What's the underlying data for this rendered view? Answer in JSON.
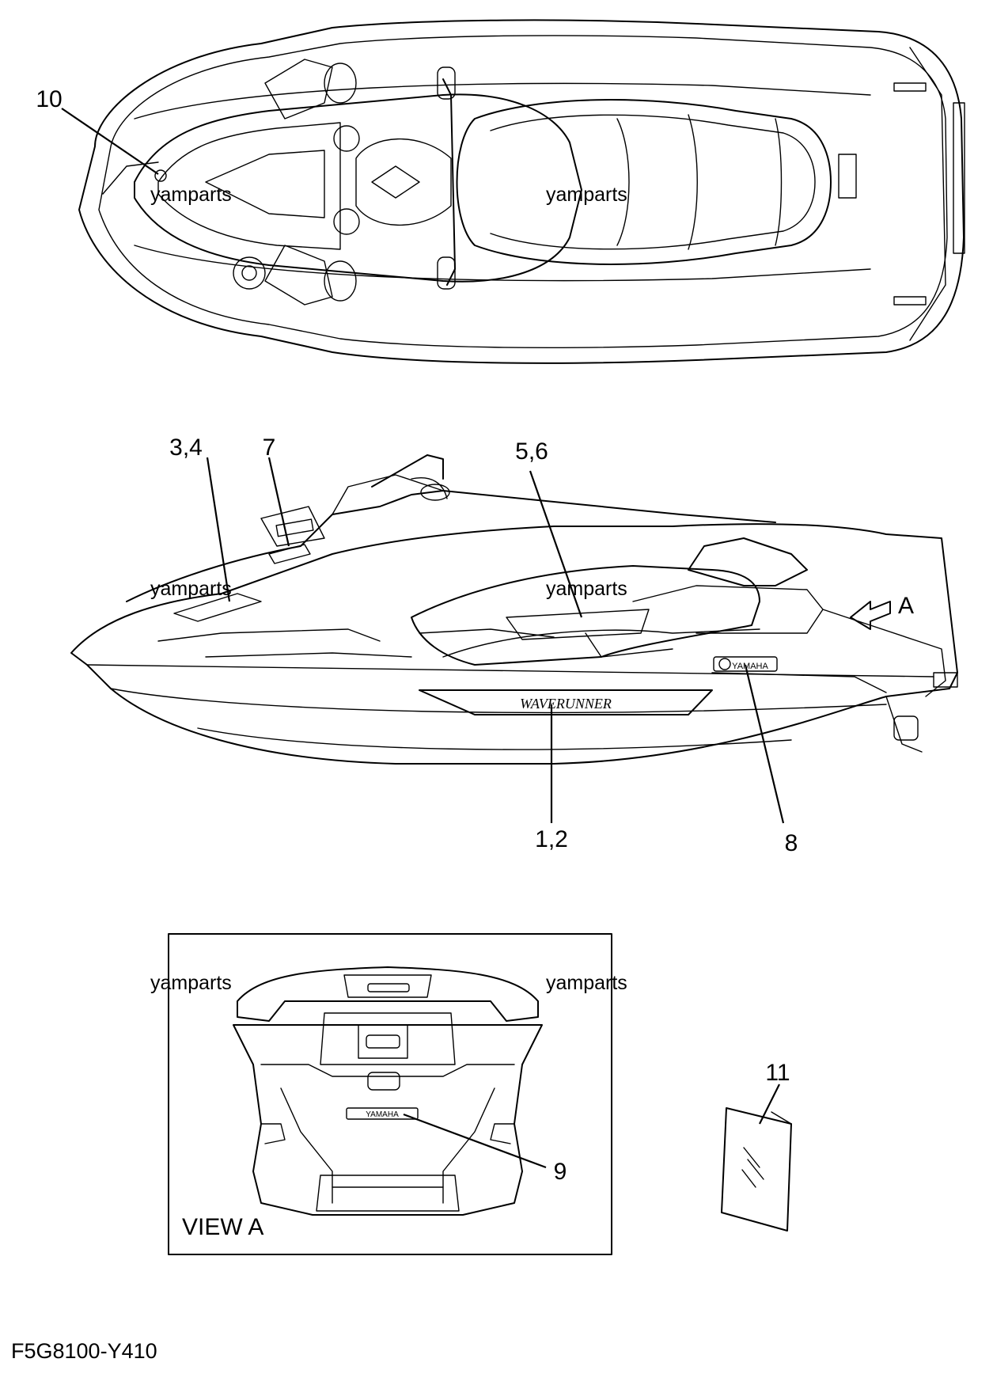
{
  "callouts": {
    "c10": "10",
    "c34": "3,4",
    "c7": "7",
    "c56": "5,6",
    "c12": "1,2",
    "c8": "8",
    "c9": "9",
    "c11": "11",
    "view_arrow_label": "A"
  },
  "watermarks": {
    "w1": "yamparts",
    "w2": "yamparts",
    "w3": "yamparts",
    "w4": "yamparts",
    "w5": "yamparts",
    "w6": "yamparts"
  },
  "decals": {
    "waverunner": "WAVERUNNER",
    "yamaha_side": "YAMAHA",
    "yamaha_rear": "YAMAHA"
  },
  "view_a": {
    "caption": "VIEW A"
  },
  "drawing_code": "F5G8100-Y410"
}
